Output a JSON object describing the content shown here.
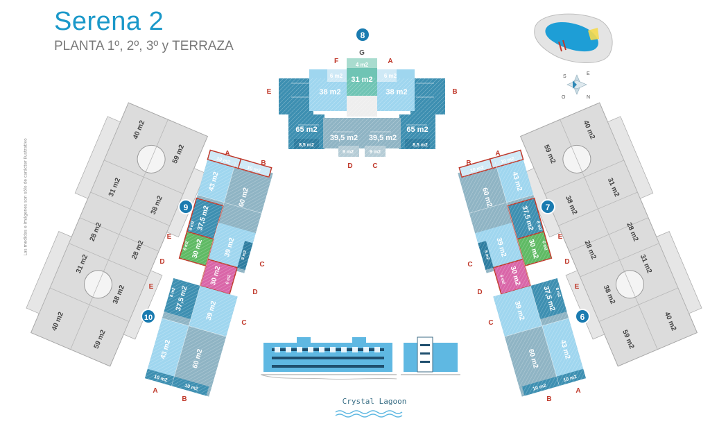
{
  "header": {
    "title": "Serena 2",
    "subtitle": "PLANTA 1º, 2º, 3º y TERRAZA",
    "side_note": "Las medidas e imágenes son sólo de carácter ilustrativo"
  },
  "compass": {
    "labels": [
      "S",
      "E",
      "O",
      "N"
    ]
  },
  "brand": {
    "name": "Crystal Lagoon"
  },
  "colors": {
    "dark_blue": "#3d8fb1",
    "mid_blue": "#5fb0d4",
    "light_blue": "#9fd6ef",
    "gray_blue": "#8fb4c4",
    "teal": "#6fc4b4",
    "green": "#5fba64",
    "pink": "#d966a8",
    "highlight_red": "#c0392b",
    "gray_building": "#d8d8d8",
    "title_blue": "#1a98c9"
  },
  "buildings": {
    "b8": {
      "number": "8",
      "letters": {
        "F": "F",
        "G": "G",
        "A": "A",
        "E": "E",
        "B": "B",
        "D": "D",
        "C": "C"
      },
      "units": [
        "4 m2",
        "6 m2",
        "31 m2",
        "6 m2",
        "38 m2",
        "38 m2",
        "65 m2",
        "39,5 m2",
        "39,5 m2",
        "65 m2",
        "8,5 m2",
        "9 m2",
        "9 m2",
        "8,5 m2"
      ]
    },
    "b9": {
      "number": "9",
      "letters": [
        "A",
        "B",
        "E",
        "D",
        "C",
        "D"
      ],
      "units": [
        "10 m2",
        "10 m2",
        "43 m2",
        "60 m2",
        "37,5 m2",
        "39 m2",
        "8 m2",
        "8 m2",
        "6 m2",
        "30 m2",
        "30 m2",
        "6 m2"
      ]
    },
    "b10": {
      "number": "10",
      "letters": [
        "E",
        "C",
        "A",
        "B"
      ],
      "units": [
        "8 m2",
        "37,5 m2",
        "39 m2",
        "43 m2",
        "60 m2",
        "10 m2",
        "10 m2"
      ]
    },
    "b7": {
      "number": "7",
      "letters": [
        "B",
        "A",
        "E",
        "C",
        "D",
        "D"
      ],
      "units": [
        "10 m2",
        "10 m2",
        "60 m2",
        "43 m2",
        "39 m2",
        "37,5 m2",
        "8 m2",
        "30 m2",
        "30 m2",
        "8 m2",
        "6 m2",
        "6 m2"
      ]
    },
    "b6": {
      "number": "6",
      "letters": [
        "E",
        "C",
        "B",
        "A"
      ],
      "units": [
        "37,5 m2",
        "39 m2",
        "8 m2",
        "60 m2",
        "43 m2",
        "10 m2",
        "10 m2"
      ]
    },
    "left_gray": {
      "units": [
        "40 m2",
        "59 m2",
        "31 m2",
        "38 m2",
        "28 m2",
        "28 m2",
        "31 m2",
        "38 m2",
        "40 m2",
        "59 m2"
      ]
    },
    "right_gray": {
      "units": [
        "40 m2",
        "59 m2",
        "38 m2",
        "31 m2",
        "28 m2",
        "28 m2",
        "38 m2",
        "31 m2",
        "40 m2",
        "59 m2"
      ]
    }
  }
}
